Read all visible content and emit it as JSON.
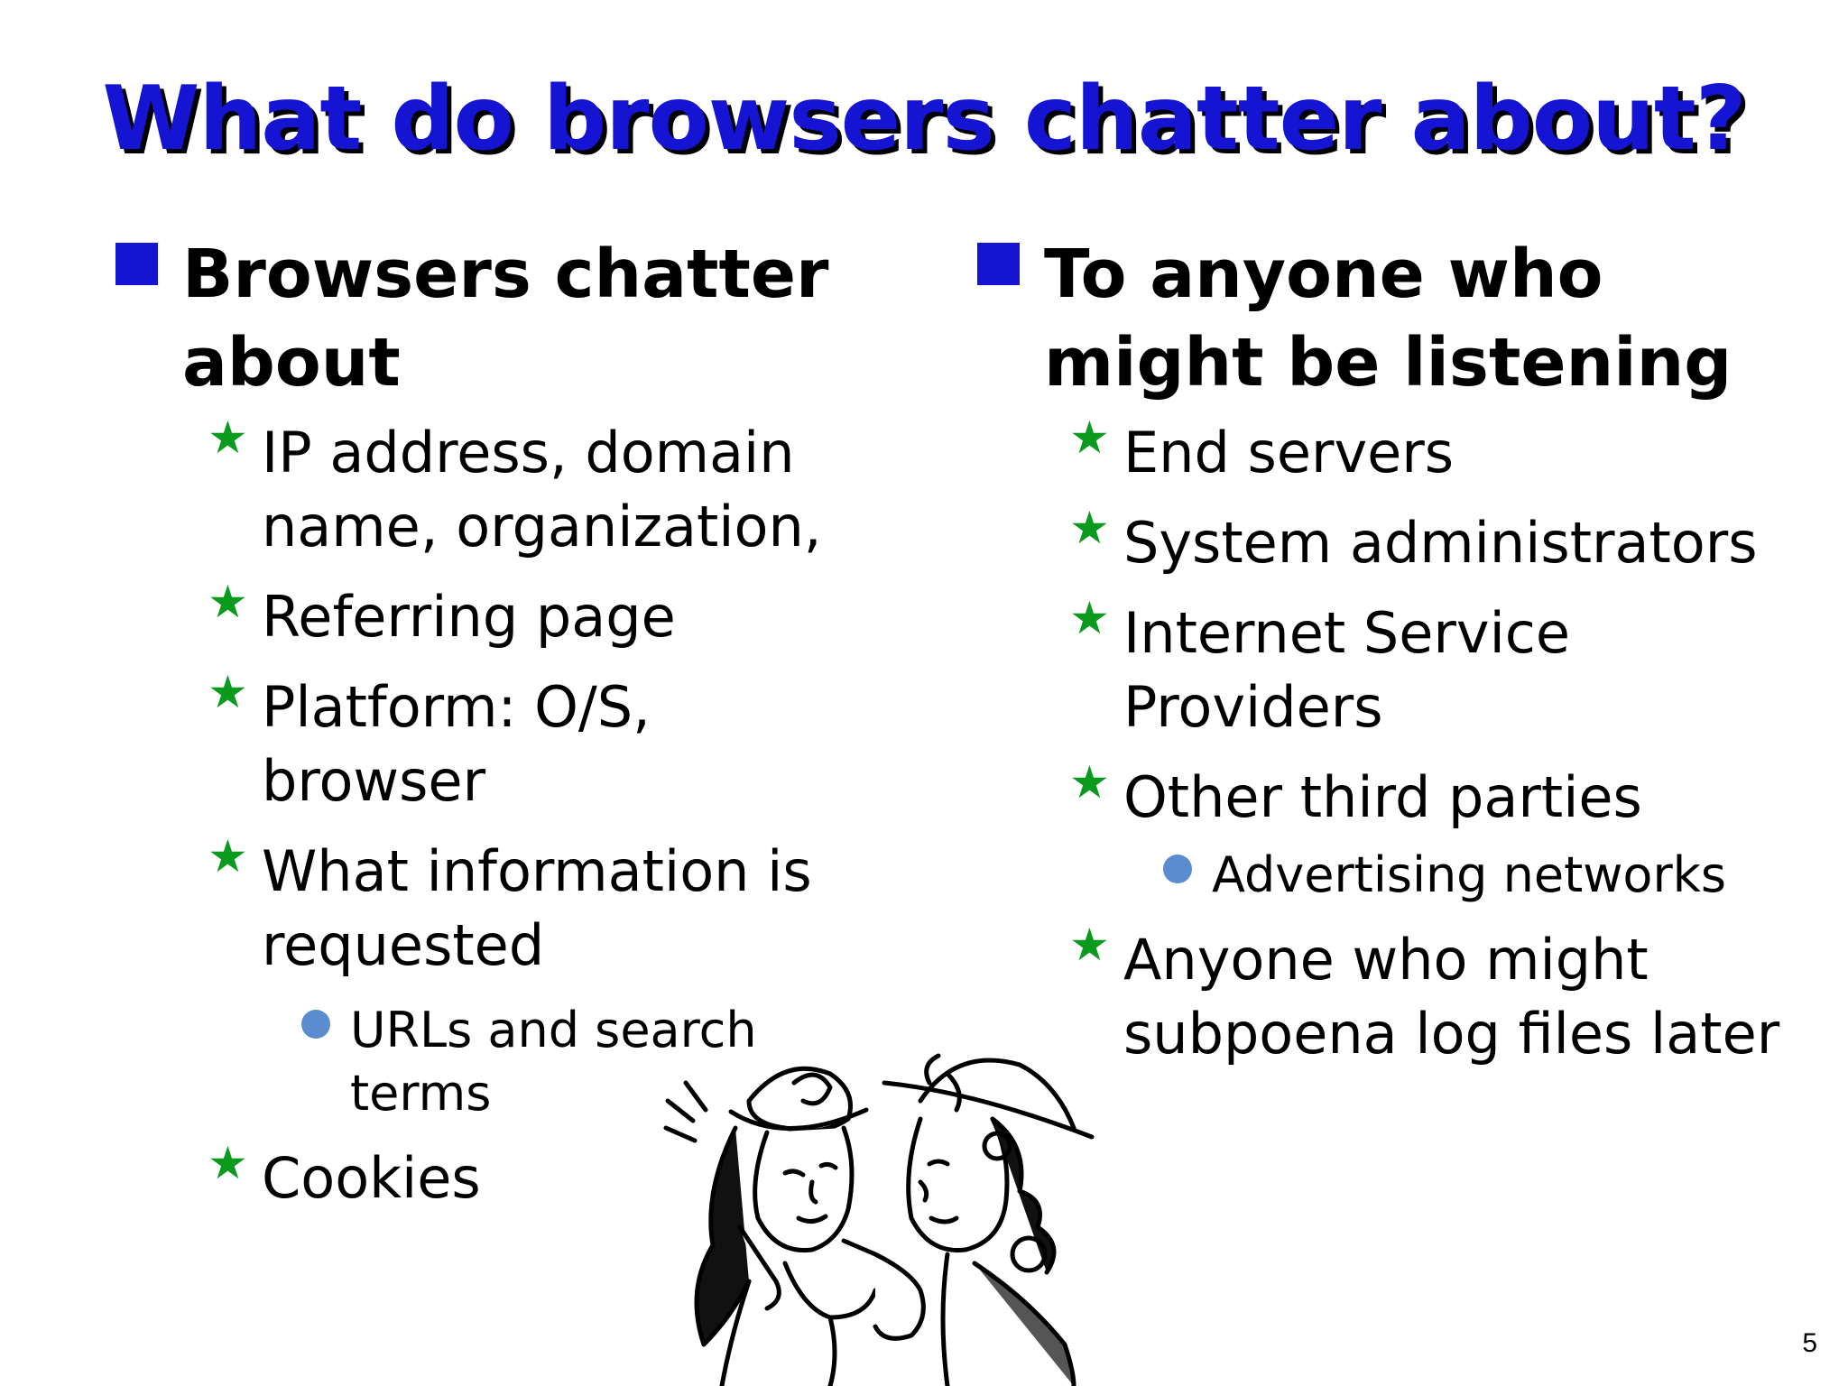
{
  "slide": {
    "title": "What do browsers chatter about?",
    "page_number": "5"
  },
  "left_column": {
    "heading": "Browsers chatter about",
    "items": [
      {
        "text": "IP address, domain name, organization,"
      },
      {
        "text": "Referring page"
      },
      {
        "text": "Platform: O/S, browser"
      },
      {
        "text": "What information is requested"
      },
      {
        "sub": "URLs and search terms"
      },
      {
        "text": "Cookies"
      }
    ]
  },
  "right_column": {
    "heading": "To anyone who might be listening",
    "items": [
      {
        "text": "End servers"
      },
      {
        "text": "System administrators"
      },
      {
        "text": "Internet Service Providers"
      },
      {
        "text": "Other third parties"
      },
      {
        "sub": "Advertising networks"
      },
      {
        "text": "Anyone who might subpoena log files later"
      }
    ]
  },
  "icons": {
    "level1_bullet": "blue-square-icon",
    "level2_bullet": "green-star-icon",
    "level3_bullet": "blue-dot-icon",
    "illustration": "gossiping-women-clipart"
  },
  "colors": {
    "title": "#1414d2",
    "title_shadow": "#000000",
    "square_bullet": "#1414d2",
    "star_bullet": "#0a9a1e",
    "dot_bullet": "#5b8ccf"
  }
}
